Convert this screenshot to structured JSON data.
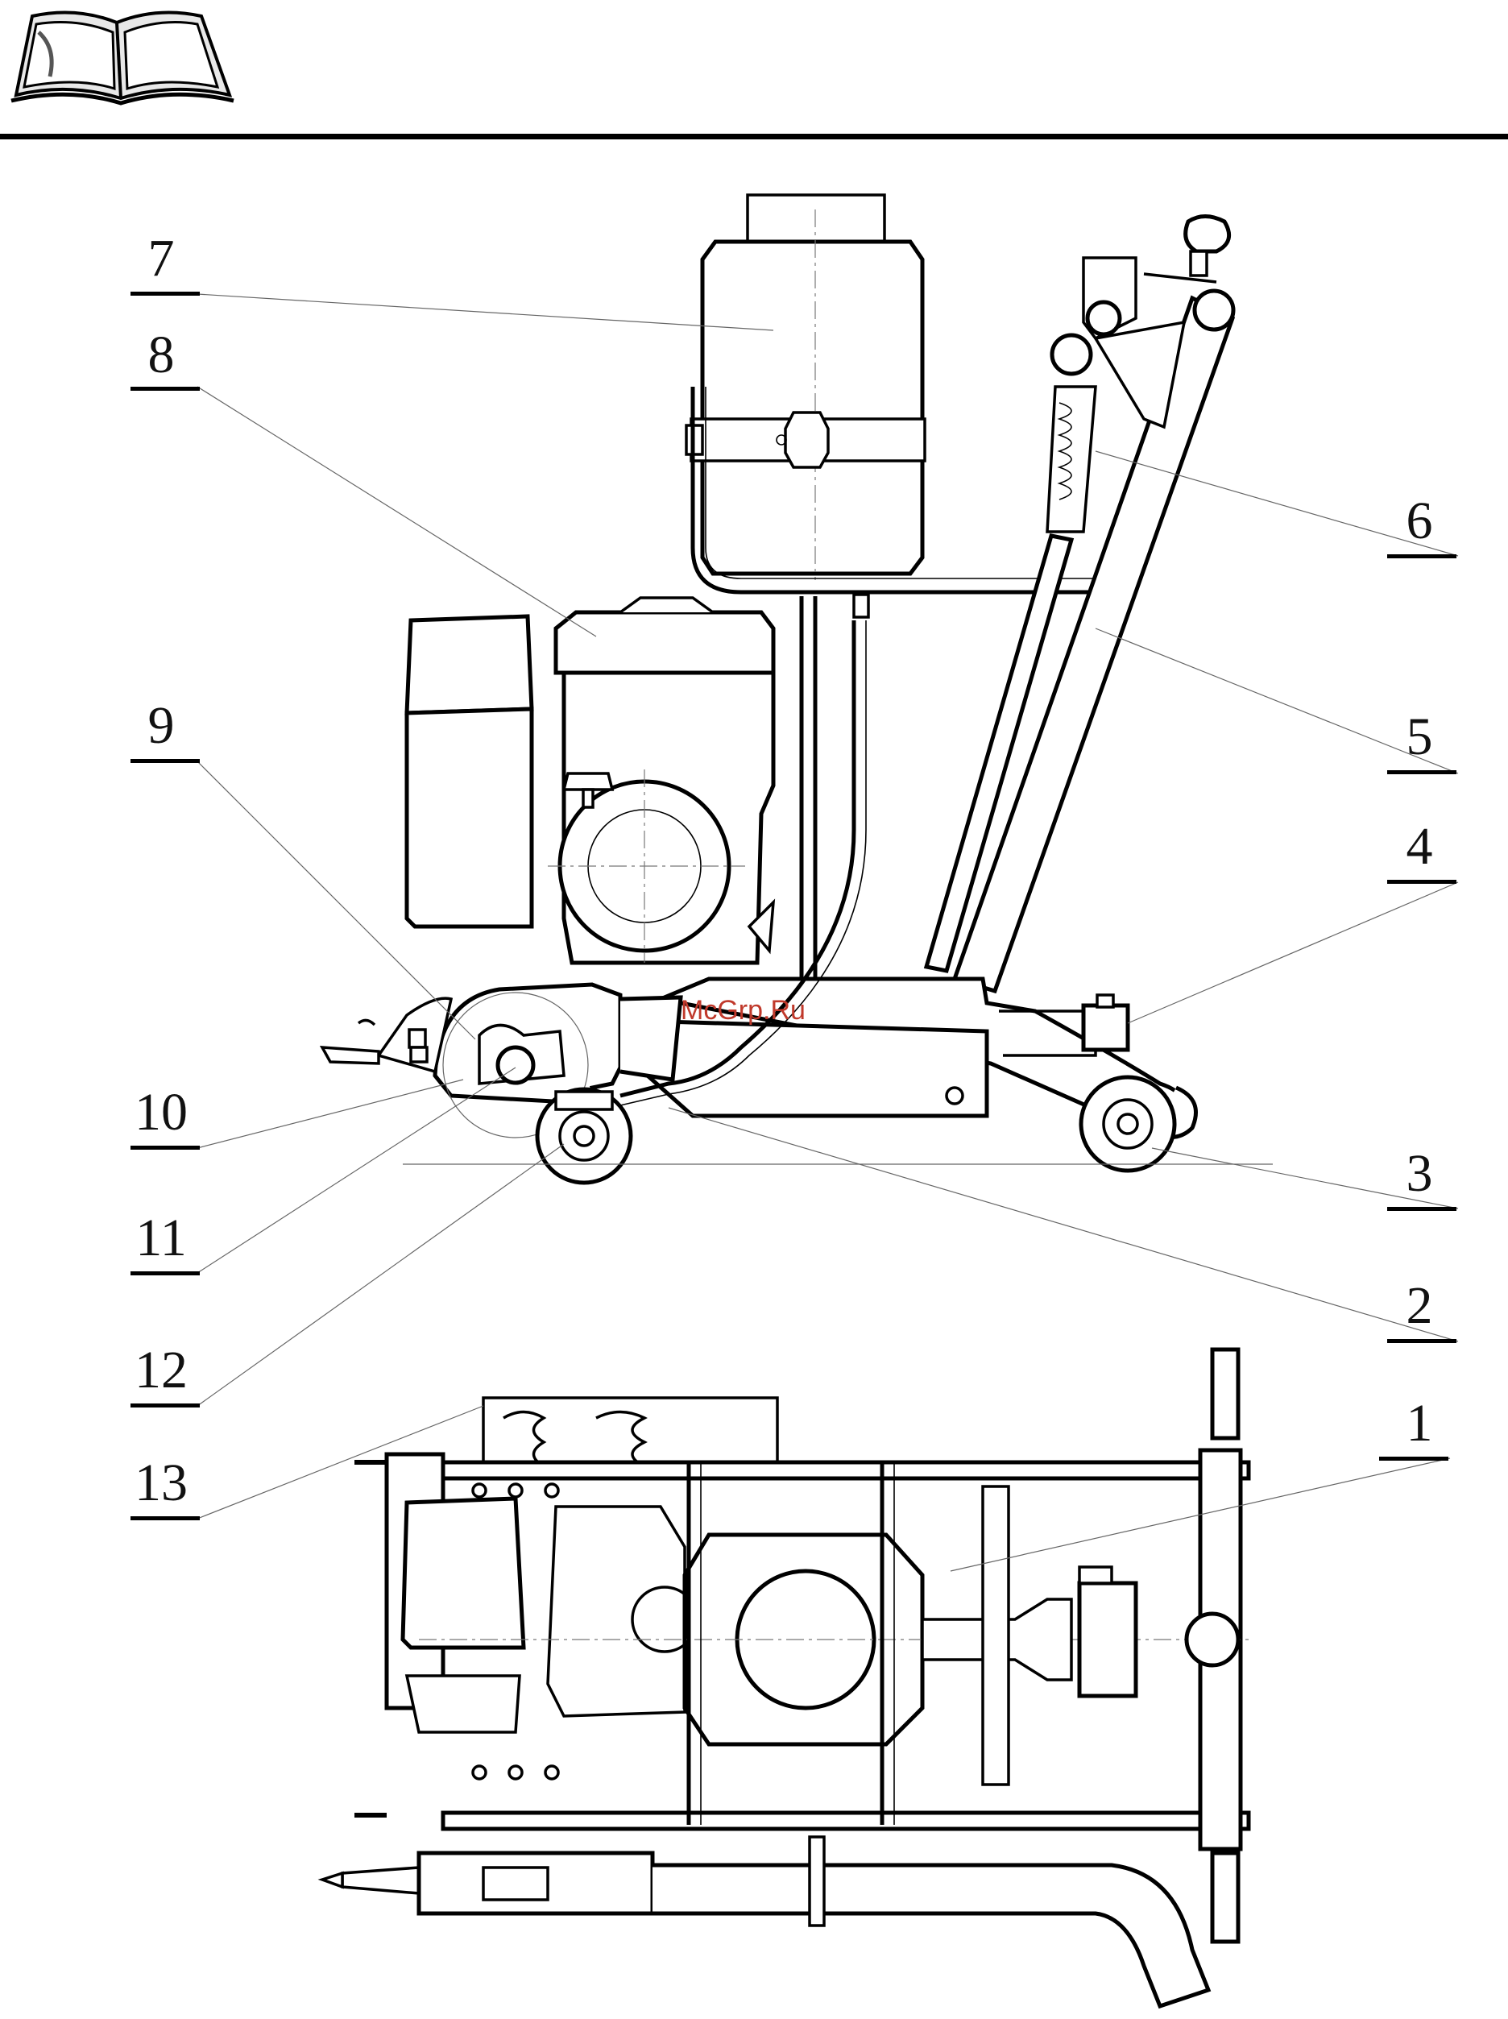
{
  "header": {
    "icon": "open-book-icon",
    "rule_color": "#000000"
  },
  "watermark": {
    "text": "McGrp.Ru",
    "color": "#c0392b"
  },
  "callouts": {
    "c1": "1",
    "c2": "2",
    "c3": "3",
    "c4": "4",
    "c5": "5",
    "c6": "6",
    "c7": "7",
    "c8": "8",
    "c9": "9",
    "c10": "10",
    "c11": "11",
    "c12": "12",
    "c13": "13"
  }
}
